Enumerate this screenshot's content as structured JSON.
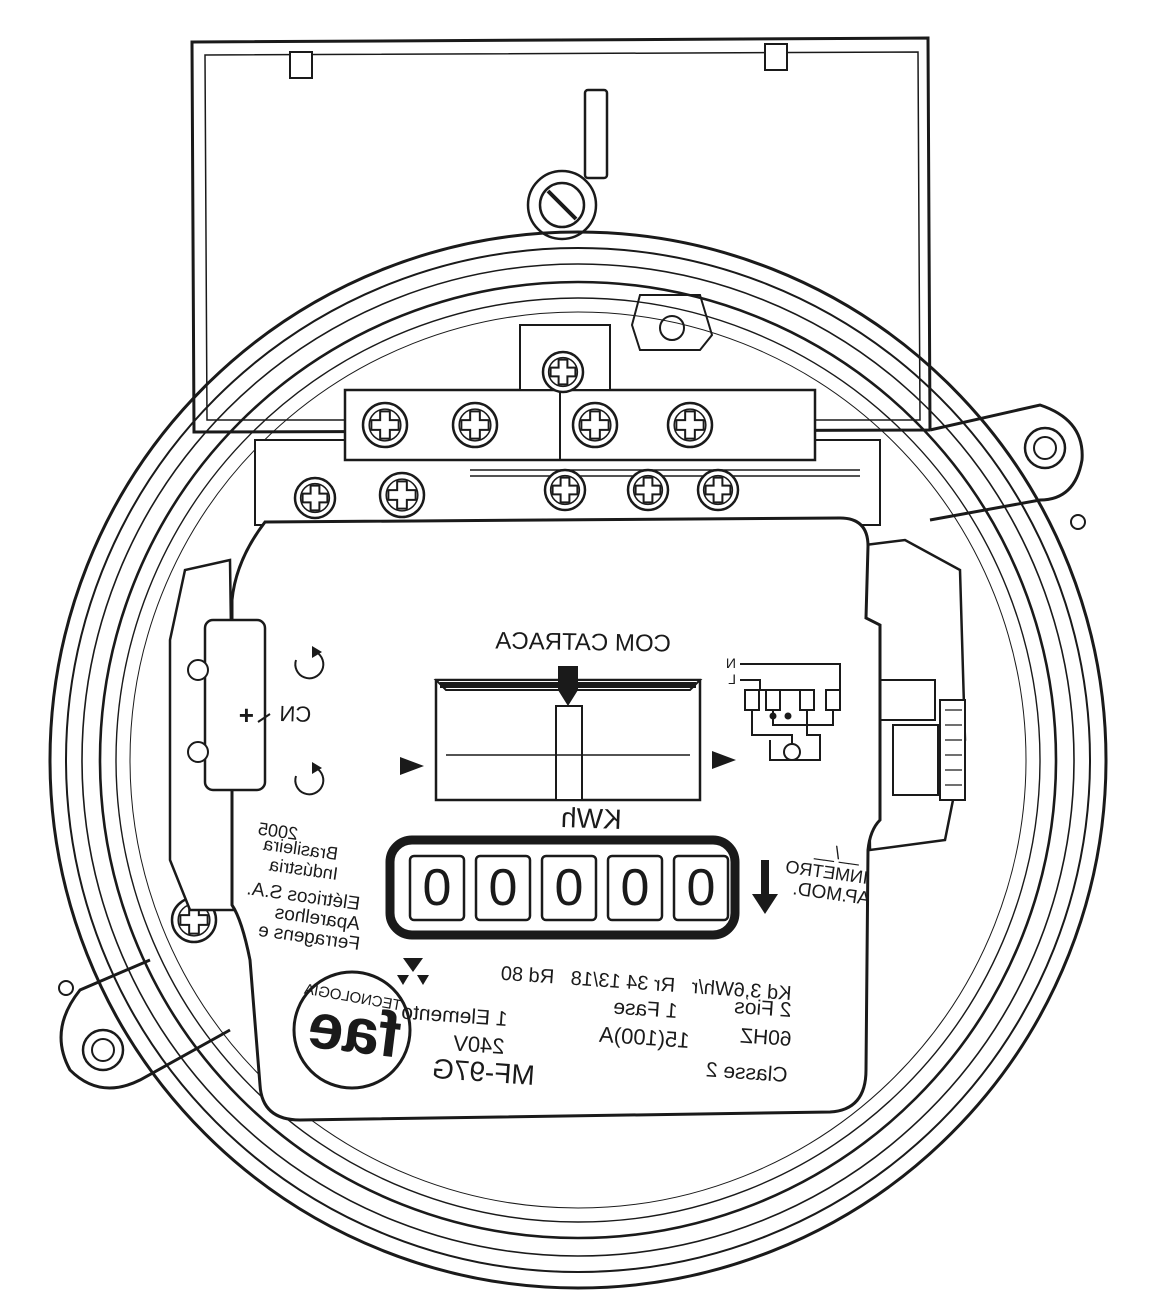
{
  "label": {
    "model": "MF-97G",
    "classe": "Classe 2",
    "voltage": "240V",
    "current": "15(100)A",
    "frequency": "60HZ",
    "elements": "1 Elemento",
    "phase": "1 Fase",
    "wires": "2 Fios",
    "constants": "Kd 3,6Wh/r   Rr 34 13/18   Rd 80",
    "register_unit": "KWh",
    "ratchet": "COM CATRACA",
    "register_digits": [
      "0",
      "0",
      "0",
      "0",
      "0"
    ],
    "approval_line1": "AP.MOD.",
    "approval_line2": "INMETRO",
    "approval_line3": "__/__",
    "terminal_cn": "CN",
    "terminal_plus": "+",
    "wiring_n": "N",
    "wiring_l": "L"
  },
  "manufacturer": {
    "name_line1": "Ferragens e",
    "name_line2": "Aparelhos",
    "name_line3": "Elétricos S.A.",
    "country_line1": "Indústria",
    "country_line2": "Brasileira",
    "year": "2005"
  },
  "logo": {
    "text": "fae",
    "subtext": "TECNOLOGIA"
  },
  "colors": {
    "ink": "#1a1a1a",
    "paper": "#ffffff",
    "shade": "#e6e6e6"
  }
}
